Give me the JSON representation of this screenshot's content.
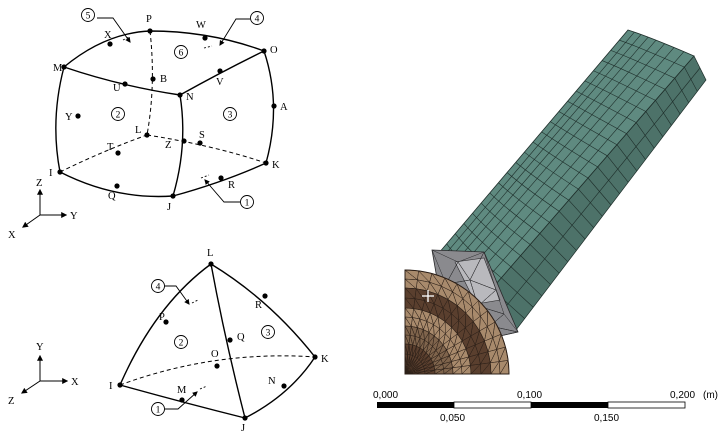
{
  "hexahedron": {
    "nodes": [
      "P",
      "W",
      "X",
      "O",
      "M",
      "B",
      "U",
      "N",
      "V",
      "A",
      "Y",
      "L",
      "S",
      "T",
      "Z",
      "I",
      "K",
      "R",
      "Q",
      "J"
    ],
    "faces": [
      "1",
      "2",
      "3",
      "4",
      "5",
      "6"
    ],
    "axes": {
      "z": "Z",
      "y": "Y",
      "x": "X"
    }
  },
  "tetrahedron": {
    "nodes": [
      "L",
      "R",
      "P",
      "Q",
      "O",
      "K",
      "I",
      "M",
      "N",
      "J"
    ],
    "faces": [
      "1",
      "2",
      "3",
      "4"
    ],
    "axes": {
      "y": "Y",
      "x": "X",
      "z": "Z"
    }
  },
  "scale_bar": {
    "top_labels": [
      "0,000",
      "0,100",
      "0,200"
    ],
    "unit": "(m)",
    "bottom_labels": [
      "0,050",
      "0,150"
    ]
  },
  "colors": {
    "beam_fill": "#5f8a80",
    "beam_mesh": "#1e2e2a",
    "tan_fill": "#a88a6c",
    "dark_brown": "#5a3f2e",
    "mid_brown": "#7f644c",
    "gray_fill": "#8a8a8e",
    "light_gray": "#b9b9bd"
  }
}
